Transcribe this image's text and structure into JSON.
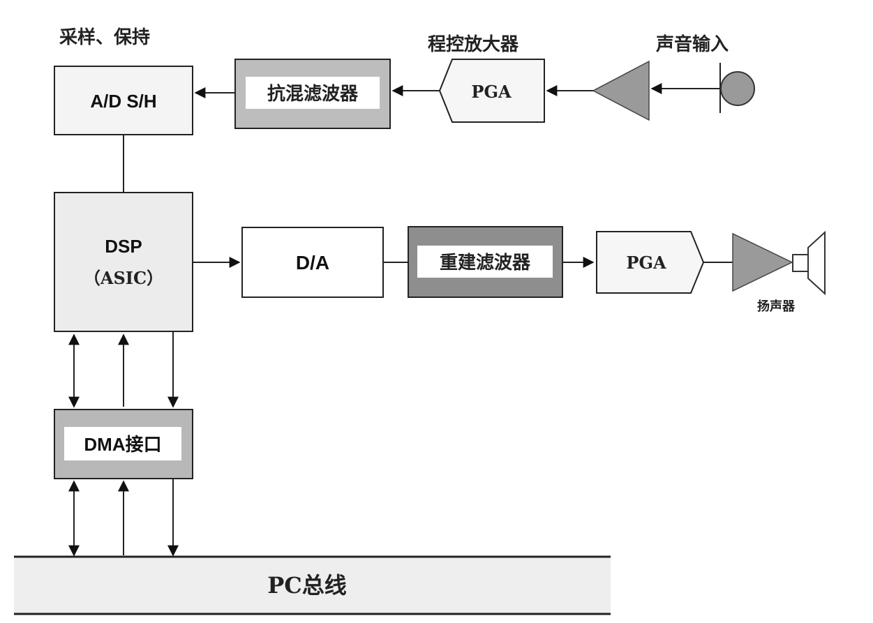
{
  "labels": {
    "sample_hold": "采样、保持",
    "pga_top": "程控放大器",
    "audio_input": "声音输入",
    "speaker": "扬声器"
  },
  "blocks": {
    "adsh": "A/D S/H",
    "antialias_filter": "抗混滤波器",
    "pga_in": "PGA",
    "dsp_line1": "DSP",
    "dsp_line2": "（ASIC）",
    "da": "D/A",
    "recon_filter": "重建滤波器",
    "pga_out": "PGA",
    "dma": "DMA接口",
    "pc_bus": "PC总线"
  },
  "colors": {
    "box_border": "#222222",
    "light_fill": "#f2f2f2",
    "mid_fill": "#bfbfbf",
    "dark_fill": "#8c8c8c",
    "triangle_fill": "#999999"
  }
}
